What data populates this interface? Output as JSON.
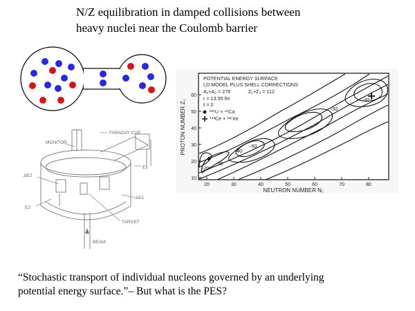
{
  "slide": {
    "title_line1": "N/Z equilibration in damped collisions between",
    "title_line2": "heavy nuclei near the Coulomb barrier",
    "caption_line1": "“Stochastic transport of individual nucleons governed by an underlying",
    "caption_line2": "potential energy surface.”– But what is the PES?"
  },
  "apparatus": {
    "monitor": "MONITOR",
    "faraday_cup": "FARADAY CUP",
    "de2": "ΔE2",
    "e2": "E2",
    "e1": "E1",
    "de1": "ΔE1",
    "target": "TARGET",
    "beam": "BEAM"
  },
  "pes_plot": {
    "header1": "POTENTIAL ENERGY SURFACE",
    "header2": "LD MODEL PLUS SHELL CORRECTIONS",
    "a_sum": "A₁+A₂ = 278",
    "z_sum": "Z₁+Z₂ = 112",
    "r_param": "r = 13.55 fm",
    "l_param": "ℓ = 0",
    "legend1": "²³⁸U + ⁴⁰Ca",
    "legend2": "¹⁴²Ce + ¹³⁶Xe",
    "xlabel": "NEUTRON NUMBER  N₁",
    "ylabel": "PROTON NUMBER  Z₁",
    "xticks": [
      "20",
      "30",
      "40",
      "50",
      "60",
      "70",
      "80"
    ],
    "yticks": [
      "10",
      "20",
      "30",
      "40",
      "50",
      "60"
    ],
    "contour_labels": [
      "-20",
      "-30",
      "-40",
      "-50",
      "-50",
      "-60"
    ]
  }
}
